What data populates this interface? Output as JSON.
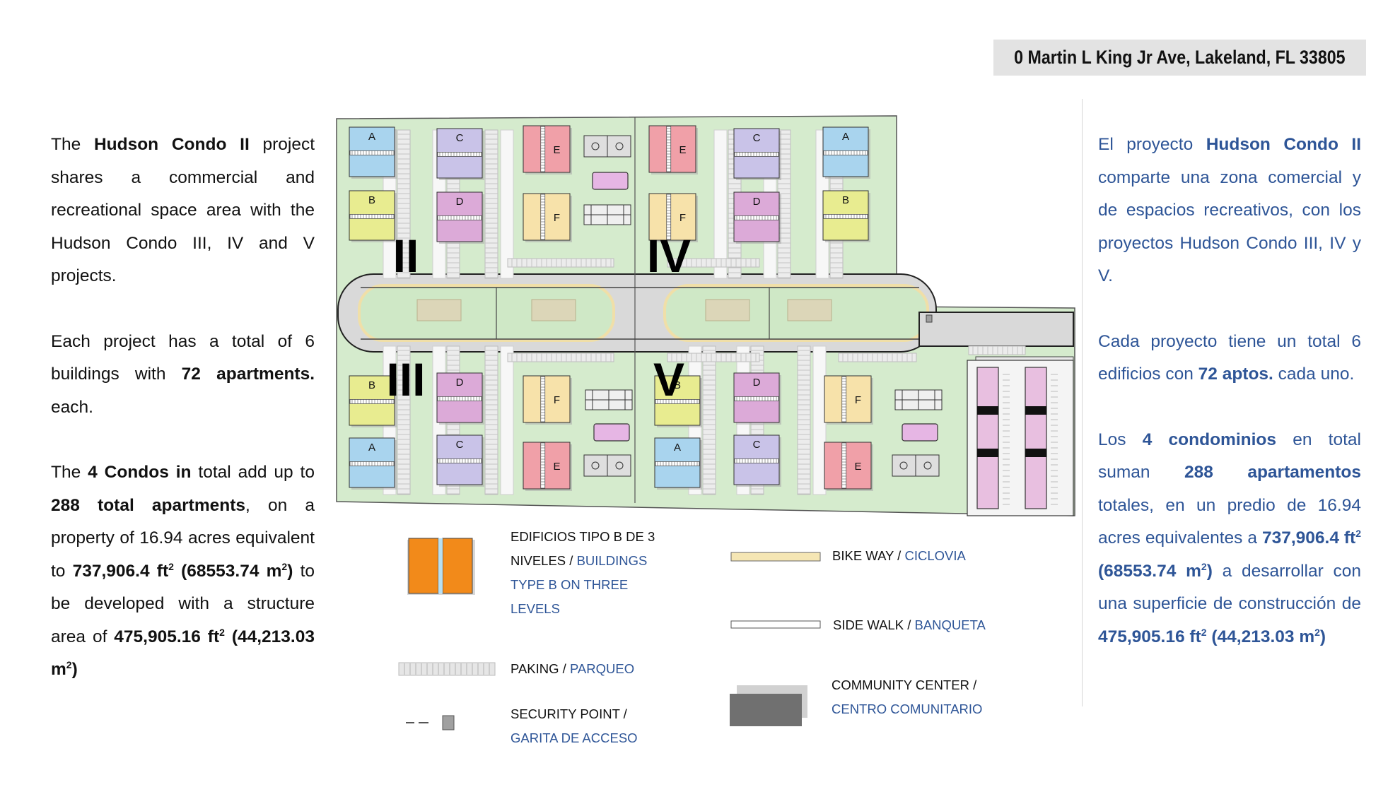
{
  "header": {
    "address": "0 Martin L King Jr Ave, Lakeland, FL 33805"
  },
  "english": {
    "p1": [
      {
        "t": "The ",
        "b": false
      },
      {
        "t": "Hudson Condo II",
        "b": true
      },
      {
        "t": " project shares a commercial and recreational space area with the Hudson Condo III, IV and V projects.",
        "b": false
      }
    ],
    "p2": [
      {
        "t": "Each project has a total of 6 buildings with ",
        "b": false
      },
      {
        "t": "72 apartments.",
        "b": true
      },
      {
        "t": " each.",
        "b": false
      }
    ],
    "p3": [
      {
        "t": "The ",
        "b": false
      },
      {
        "t": "4 Condos in",
        "b": true
      },
      {
        "t": " total add up to ",
        "b": false
      },
      {
        "t": "288 total apartments",
        "b": true
      },
      {
        "t": ", on a property of 16.94 acres equivalent to ",
        "b": false
      },
      {
        "t": "737,906.4 ft",
        "b": true
      },
      {
        "t": "2",
        "b": true,
        "sup": true
      },
      {
        "t": " (68553.74 m",
        "b": true
      },
      {
        "t": "2",
        "b": true,
        "sup": true
      },
      {
        "t": ")",
        "b": true
      },
      {
        "t": " to be developed with a structure area of ",
        "b": false
      },
      {
        "t": "475,905.16 ft",
        "b": true
      },
      {
        "t": "2",
        "b": true,
        "sup": true
      },
      {
        "t": " (44,213.03 m",
        "b": true
      },
      {
        "t": "2",
        "b": true,
        "sup": true
      },
      {
        "t": ")",
        "b": true
      }
    ]
  },
  "spanish": {
    "p1": [
      {
        "t": "El proyecto ",
        "b": false
      },
      {
        "t": "Hudson Condo II",
        "b": true
      },
      {
        "t": " comparte una zona comercial y de espacios recreativos, con los proyectos Hudson Condo III, IV y V.",
        "b": false
      }
    ],
    "p2": [
      {
        "t": "Cada proyecto tiene un total 6 edificios con ",
        "b": false
      },
      {
        "t": "72 aptos.",
        "b": true
      },
      {
        "t": " cada uno.",
        "b": false
      }
    ],
    "p3": [
      {
        "t": "Los ",
        "b": false
      },
      {
        "t": "4 condominios",
        "b": true
      },
      {
        "t": " en total suman ",
        "b": false
      },
      {
        "t": "288 apartamentos",
        "b": true
      },
      {
        "t": " totales, en un predio de 16.94 acres equivalentes a ",
        "b": false
      },
      {
        "t": "737,906.4 ft",
        "b": true
      },
      {
        "t": "2",
        "b": true,
        "sup": true
      },
      {
        "t": " (68553.74 m",
        "b": true
      },
      {
        "t": "2",
        "b": true,
        "sup": true
      },
      {
        "t": ")",
        "b": true
      },
      {
        "t": " a desarrollar con una superficie de construcción de ",
        "b": false
      },
      {
        "t": "475,905.16 ft",
        "b": true
      },
      {
        "t": "2",
        "b": true,
        "sup": true
      },
      {
        "t": " (44,213.03 m",
        "b": true
      },
      {
        "t": "2",
        "b": true,
        "sup": true
      },
      {
        "t": ")",
        "b": true
      }
    ]
  },
  "site_plan": {
    "section_labels": [
      "II",
      "III",
      "IV",
      "V"
    ],
    "building_letters": [
      "A",
      "B",
      "C",
      "D",
      "E",
      "F"
    ],
    "colors": {
      "A": "#a9d4ee",
      "B": "#e8ec90",
      "C": "#c9c3e8",
      "D": "#dcaad8",
      "E": "#f0a0a8",
      "F": "#f7e2aa",
      "ground": "#d5ebcd",
      "road": "#d9d9d9",
      "bikeway": "#f5e6b4",
      "community_center": "#707070",
      "legend_building": "#f28a1a"
    }
  },
  "legend": {
    "buildings": {
      "label": "EDIFICIOS TIPO B DE 3",
      "label2": "NIVELES / ",
      "label_en": "BUILDINGS",
      "label_en2": "TYPE B ON THREE",
      "label_en3": "LEVELS"
    },
    "bikeway": {
      "label": "BIKE WAY / ",
      "label_es": "CICLOVIA"
    },
    "sidewalk": {
      "label": "SIDE WALK / ",
      "label_es": "BANQUETA"
    },
    "parking": {
      "label": "PAKING / ",
      "label_es": "PARQUEO"
    },
    "community": {
      "label": "COMMUNITY CENTER /",
      "label_es": "CENTRO COMUNITARIO"
    },
    "security": {
      "label": "SECURITY POINT /",
      "label_es": "GARITA DE ACCESO"
    }
  }
}
